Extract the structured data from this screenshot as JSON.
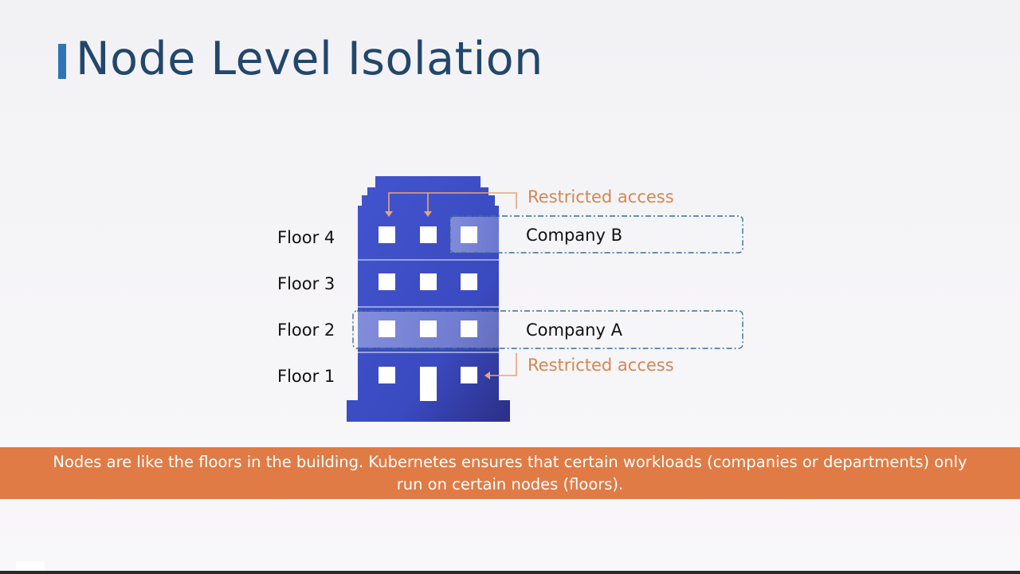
{
  "slide": {
    "title": "Node Level Isolation"
  },
  "diagram": {
    "floors": [
      {
        "label": "Floor 4"
      },
      {
        "label": "Floor 3"
      },
      {
        "label": "Floor 2"
      },
      {
        "label": "Floor 1"
      }
    ],
    "companies": [
      {
        "label": "Company B",
        "floor": "Floor 4"
      },
      {
        "label": "Company A",
        "floor": "Floor 2"
      }
    ],
    "annotations": [
      {
        "label": "Restricted access"
      },
      {
        "label": "Restricted access"
      }
    ]
  },
  "caption": {
    "text": "Nodes are like the floors in the building. Kubernetes ensures that certain workloads (companies or departments) only run on certain nodes (floors)."
  },
  "colors": {
    "building": "#3e4fc4",
    "title": "#22476b",
    "accent_bar": "#2e75b6",
    "annotation": "#d5874f",
    "caption_band": "#e07b45",
    "dashed_outline": "#3d6e96"
  }
}
